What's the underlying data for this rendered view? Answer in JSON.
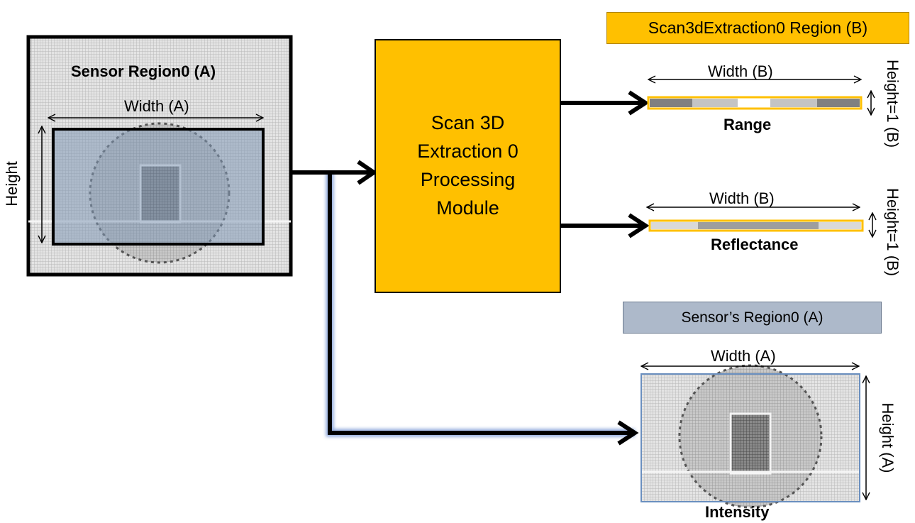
{
  "sensor_panel": {
    "title": "Sensor Region0 (A)",
    "width_label": "Width (A)",
    "height_label": "Height"
  },
  "module": {
    "lines": [
      "Scan 3D",
      "Extraction 0",
      "Processing",
      "Module"
    ],
    "color": "#FFC000"
  },
  "scan3d_region": {
    "header": "Scan3dExtraction0 Region (B)",
    "range": {
      "width_label": "Width (B)",
      "height_label": "Height=1 (B)",
      "caption": "Range"
    },
    "reflectance": {
      "width_label": "Width (B)",
      "height_label": "Height=1 (B)",
      "caption": "Reflectance"
    }
  },
  "sensor_region_output": {
    "header": "Sensor’s Region0 (A)",
    "width_label": "Width (A)",
    "height_label": "Height (A)",
    "caption": "Intensity",
    "header_color": "#ADB9CA"
  }
}
